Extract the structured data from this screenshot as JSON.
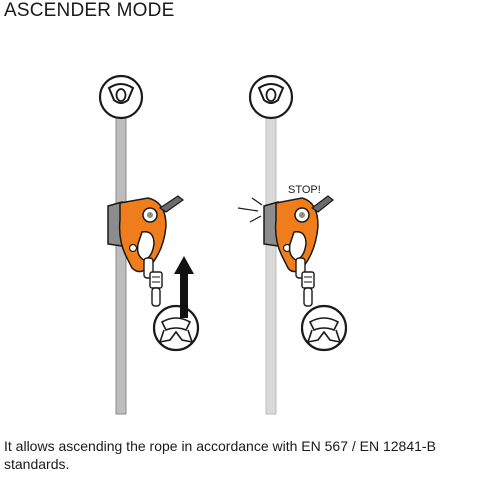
{
  "header": {
    "title": "ASCENDER MODE"
  },
  "callouts": {
    "stop": "STOP!"
  },
  "caption": {
    "text": "It allows ascending the rope in accordance with EN 567 / EN 12841-B standards."
  },
  "colors": {
    "device_orange": "#f07d1c",
    "rope_left": "#bdbdbd",
    "rope_right": "#d9d9d9",
    "outline": "#1a1a1a",
    "arrow": "#111111"
  },
  "icons": {
    "anchor": "anchor-ring-icon",
    "harness": "harness-icon",
    "arrow": "up-arrow-icon",
    "impact": "impact-lines-icon"
  }
}
